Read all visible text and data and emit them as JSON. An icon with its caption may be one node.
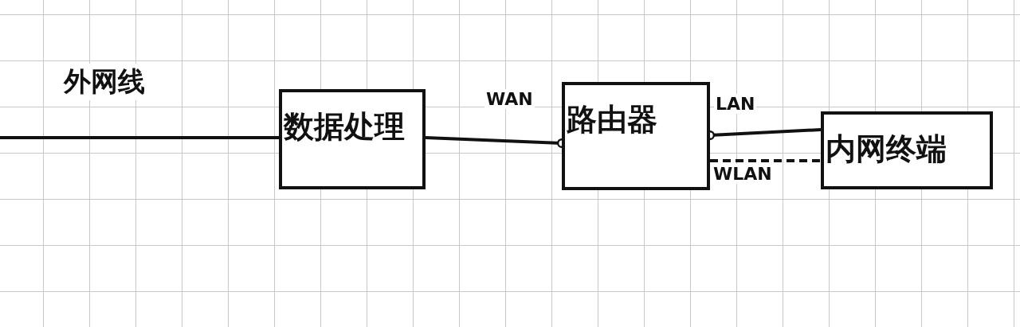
{
  "diagram": {
    "nodes": [
      {
        "text": [
          "数据处理"
        ]
      },
      {
        "text": [
          "路由器"
        ]
      },
      {
        "text": [
          "内网终端"
        ]
      }
    ],
    "edges": [
      {
        "from": null,
        "to": 0,
        "arrow": "none",
        "label": "外网线"
      },
      {
        "from": 0,
        "to": 1,
        "arrow": "other",
        "label": "WAN"
      },
      {
        "from": 2,
        "to": 1,
        "arrow": "other",
        "label": "LAN"
      },
      {
        "from": 1,
        "to": 2,
        "arrow": "none",
        "style": "dashed",
        "label": "WLAN"
      }
    ]
  }
}
